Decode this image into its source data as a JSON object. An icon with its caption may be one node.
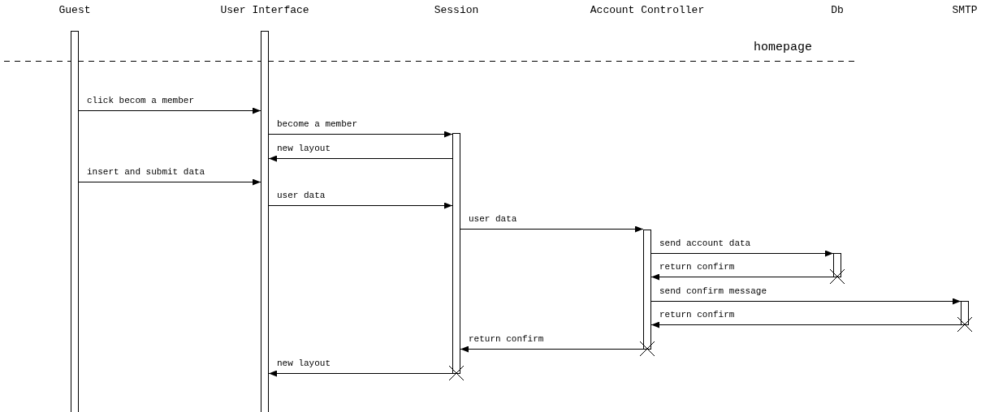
{
  "diagram": {
    "nodes": [
      {
        "text": [
          "Guest"
        ]
      },
      {
        "text": [
          "User Interface"
        ]
      },
      {
        "text": [
          "Session"
        ]
      },
      {
        "text": [
          "Account Controller"
        ]
      },
      {
        "text": [
          "Db"
        ]
      },
      {
        "text": [
          "SMTP"
        ]
      }
    ],
    "edges": [
      {
        "from": 0,
        "to": 1,
        "arrow": "to",
        "label": "click becom a member"
      },
      {
        "from": 1,
        "to": 2,
        "arrow": "to",
        "label": "become a member"
      },
      {
        "from": 2,
        "to": 1,
        "arrow": "to",
        "label": "new layout"
      },
      {
        "from": 0,
        "to": 1,
        "arrow": "to",
        "label": "insert and submit data"
      },
      {
        "from": 1,
        "to": 2,
        "arrow": "to",
        "label": "user data"
      },
      {
        "from": 2,
        "to": 3,
        "arrow": "to",
        "label": "user data"
      },
      {
        "from": 3,
        "to": 4,
        "arrow": "to",
        "label": "send account data"
      },
      {
        "from": 4,
        "to": 3,
        "arrow": "to",
        "label": "return confirm"
      },
      {
        "from": 3,
        "to": 5,
        "arrow": "to",
        "label": "send confirm message"
      },
      {
        "from": 5,
        "to": 3,
        "arrow": "to",
        "label": "return confirm"
      },
      {
        "from": 3,
        "to": 2,
        "arrow": "to",
        "label": "return confirm"
      },
      {
        "from": 2,
        "to": 1,
        "arrow": "to",
        "label": "new layout"
      }
    ],
    "labels": [
      "homepage"
    ]
  }
}
